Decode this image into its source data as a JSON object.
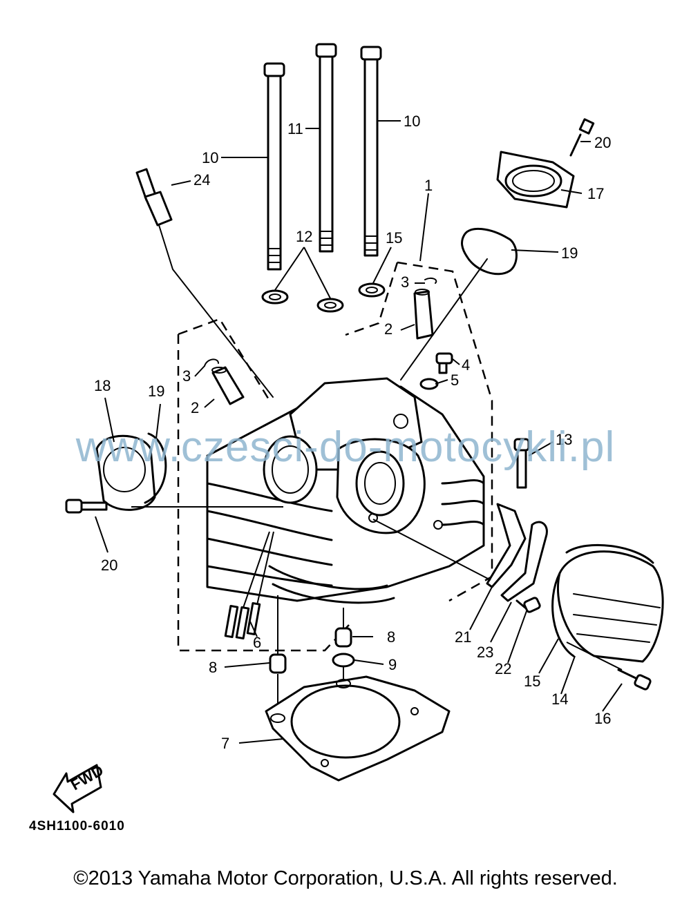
{
  "diagram": {
    "code": "4SH1100-6010",
    "fwd_label": "FWD",
    "callouts": [
      {
        "id": "c1",
        "label": "1"
      },
      {
        "id": "c2a",
        "label": "2"
      },
      {
        "id": "c2b",
        "label": "2"
      },
      {
        "id": "c3a",
        "label": "3"
      },
      {
        "id": "c3b",
        "label": "3"
      },
      {
        "id": "c4",
        "label": "4"
      },
      {
        "id": "c5",
        "label": "5"
      },
      {
        "id": "c6",
        "label": "6"
      },
      {
        "id": "c7",
        "label": "7"
      },
      {
        "id": "c8a",
        "label": "8"
      },
      {
        "id": "c8b",
        "label": "8"
      },
      {
        "id": "c9",
        "label": "9"
      },
      {
        "id": "c10a",
        "label": "10"
      },
      {
        "id": "c10b",
        "label": "10"
      },
      {
        "id": "c11",
        "label": "11"
      },
      {
        "id": "c12",
        "label": "12"
      },
      {
        "id": "c13",
        "label": "13"
      },
      {
        "id": "c14",
        "label": "14"
      },
      {
        "id": "c15a",
        "label": "15"
      },
      {
        "id": "c15b",
        "label": "15"
      },
      {
        "id": "c16",
        "label": "16"
      },
      {
        "id": "c17",
        "label": "17"
      },
      {
        "id": "c18",
        "label": "18"
      },
      {
        "id": "c19a",
        "label": "19"
      },
      {
        "id": "c19b",
        "label": "19"
      },
      {
        "id": "c20a",
        "label": "20"
      },
      {
        "id": "c20b",
        "label": "20"
      },
      {
        "id": "c21",
        "label": "21"
      },
      {
        "id": "c22",
        "label": "22"
      },
      {
        "id": "c23",
        "label": "23"
      },
      {
        "id": "c24",
        "label": "24"
      }
    ]
  },
  "watermark": "www.czesci-do-motocykli.pl",
  "copyright": "©2013 Yamaha Motor Corporation, U.S.A. All rights reserved.",
  "colors": {
    "ink": "#000000",
    "watermark": "#8fb6d0",
    "background": "#ffffff"
  }
}
